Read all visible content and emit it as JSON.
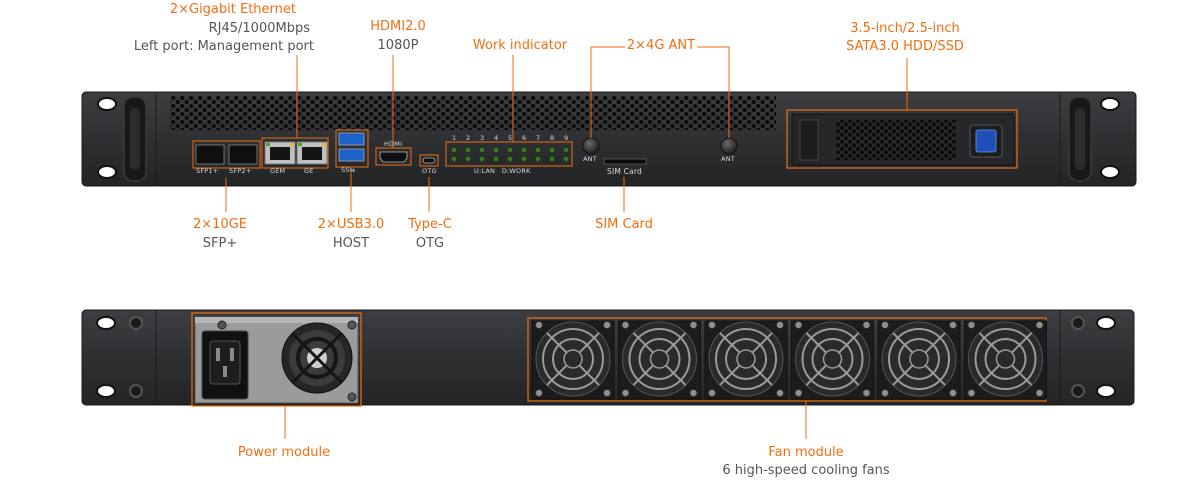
{
  "colors": {
    "accent": "#f06e12",
    "text_secondary": "#555555",
    "chassis": "#2f3033",
    "chassis_panel": "#26272a",
    "led": "#3a7a1e"
  },
  "front_callouts": {
    "ethernet": {
      "title": "2×Gigabit Ethernet",
      "line1": "RJ45/1000Mbps",
      "line2": "Left port: Management port"
    },
    "hdmi": {
      "title": "HDMI2.0",
      "line1": "1080P"
    },
    "work_indicator": {
      "title": "Work indicator"
    },
    "ant": {
      "title": "2×4G ANT"
    },
    "storage": {
      "line1": "3.5-inch/2.5-inch",
      "line2": "SATA3.0 HDD/SSD"
    },
    "sfp": {
      "title": "2×10GE",
      "line1": "SFP+"
    },
    "usb": {
      "title": "2×USB3.0",
      "line1": "HOST"
    },
    "typec": {
      "title": "Type-C",
      "line1": "OTG"
    },
    "sim": {
      "title": "SIM Card"
    }
  },
  "rear_callouts": {
    "power": {
      "title": "Power module"
    },
    "fan": {
      "title": "Fan module",
      "line1": "6 high-speed cooling fans"
    }
  },
  "panel_labels": {
    "sfp1": "SFP1+",
    "sfp2": "SFP2+",
    "gem": "GEM",
    "ge": "GE",
    "usb": "SS⇆",
    "hdmi": "HDMI",
    "otg": "OTG",
    "led_numbers": [
      "1",
      "2",
      "3",
      "4",
      "5",
      "6",
      "7",
      "8",
      "9"
    ],
    "led_legend": "U:LAN   D:WORK",
    "ant": "ANT",
    "sim": "SIM Card"
  },
  "fans": {
    "count": 6
  },
  "indicator": {
    "led_columns": 9,
    "led_rows": 2
  }
}
